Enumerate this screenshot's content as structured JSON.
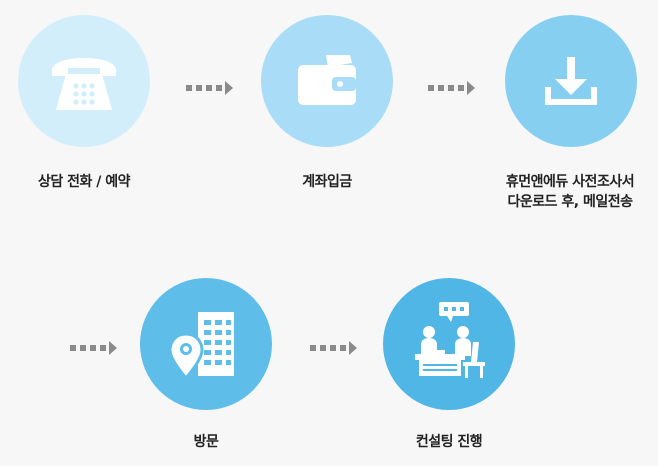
{
  "steps": [
    {
      "label": "상담 전화 / 예약",
      "icon": "telephone-icon",
      "color": "#d3eefb"
    },
    {
      "label": "계좌입금",
      "icon": "wallet-icon",
      "color": "#a9dcf6"
    },
    {
      "label": "휴먼앤에듀 사전조사서\n다운로드 후, 메일전송",
      "icon": "download-icon",
      "color": "#86cff1"
    },
    {
      "label": "방문",
      "icon": "office-location-icon",
      "color": "#5ebde9"
    },
    {
      "label": "컨설팅 진행",
      "icon": "consulting-meeting-icon",
      "color": "#4fb6e6"
    }
  ],
  "colors": {
    "arrow": "#8a8a8a",
    "background": "#f7f7f7",
    "text": "#222222"
  }
}
